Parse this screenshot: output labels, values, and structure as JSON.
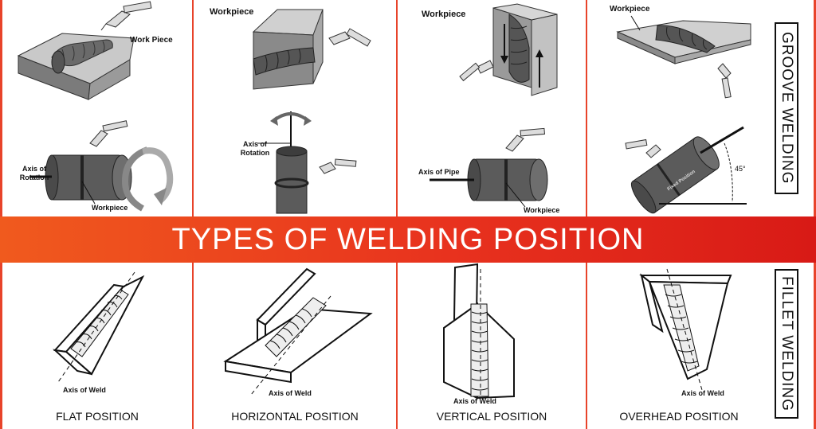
{
  "banner": {
    "title": "TYPES OF WELDING POSITION"
  },
  "side_labels": {
    "groove": "GROOVE WELDING",
    "fillet": "FILLET WELDING"
  },
  "groove": {
    "flat": {
      "plate_label": "Work Piece",
      "pipe_axis_label": "Axis of\nRotation",
      "pipe_label": "Workpiece"
    },
    "horizontal": {
      "plate_label": "Workpiece",
      "pipe_axis_label": "Axis of\nRotation"
    },
    "vertical": {
      "plate_label": "Workpiece",
      "pipe_axis_label": "Axis of Pipe",
      "pipe_label": "Workpiece"
    },
    "overhead": {
      "plate_label": "Workpiece",
      "angle_label": "45°",
      "pipe_label": "Fixed Position"
    }
  },
  "fillet": [
    {
      "caption": "FLAT POSITION",
      "axis_label": "Axis of Weld"
    },
    {
      "caption": "HORIZONTAL POSITION",
      "axis_label": "Axis of Weld"
    },
    {
      "caption": "VERTICAL POSITION",
      "axis_label": "Axis of Weld"
    },
    {
      "caption": "OVERHEAD POSITION",
      "axis_label": "Axis of Weld"
    }
  ],
  "icons": [
    "welding-torch-icon",
    "rotation-arrow-icon",
    "direction-arrow-icon"
  ],
  "colors": {
    "accent": "#e8432a",
    "banner_start": "#f05a1e",
    "banner_end": "#d81a16",
    "steel": "#5b5b5b"
  }
}
